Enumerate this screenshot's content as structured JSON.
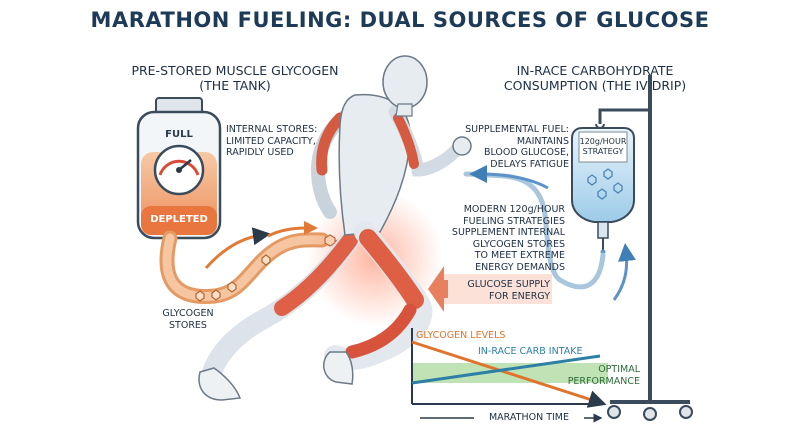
{
  "title": "MARATHON FUELING: DUAL SOURCES OF GLUCOSE",
  "left_panel": {
    "heading_line1": "PRE-STORED MUSCLE GLYCOGEN",
    "heading_line2": "(THE TANK)",
    "tank_full_label": "FULL",
    "tank_depleted_label": "DEPLETED",
    "internal_stores_line1": "INTERNAL STORES:",
    "internal_stores_line2": "LIMITED CAPACITY,",
    "internal_stores_line3": "RAPIDLY USED",
    "glycogen_stores_line1": "GLYCOGEN",
    "glycogen_stores_line2": "STORES"
  },
  "right_panel": {
    "heading_line1": "IN-RACE CARBOHYDRATE",
    "heading_line2": "CONSUMPTION (THE IV DRIP)",
    "supplemental_line1": "SUPPLEMENTAL FUEL:",
    "supplemental_line2": "MAINTAINS",
    "supplemental_line3": "BLOOD GLUCOSE,",
    "supplemental_line4": "DELAYS FATIGUE",
    "bag_label_line1": "120g/HOUR",
    "bag_label_line2": "STRATEGY"
  },
  "center": {
    "modern_line1": "MODERN 120g/HOUR",
    "modern_line2": "FUELING STRATEGIES",
    "modern_line3": "SUPPLEMENT INTERNAL",
    "modern_line4": "GLYCOGEN STORES",
    "modern_line5": "TO MEET EXTREME",
    "modern_line6": "ENERGY DEMANDS",
    "glucose_supply_line1": "GLUCOSE SUPPLY",
    "glucose_supply_line2": "FOR ENERGY"
  },
  "graph": {
    "glycogen_levels": "GLYCOGEN LEVELS",
    "in_race_carb_intake": "IN-RACE CARB INTAKE",
    "optimal_line1": "OPTIMAL",
    "optimal_line2": "PERFORMANCE",
    "x_axis": "MARATHON TIME"
  },
  "colors": {
    "title": "#1d3a57",
    "glycogen": "#e0742d",
    "carb_intake": "#2e7fa6",
    "optimal_band": "#bfe3b4",
    "muscle": "#d9573f",
    "arrow_blue": "#5b93c9"
  }
}
